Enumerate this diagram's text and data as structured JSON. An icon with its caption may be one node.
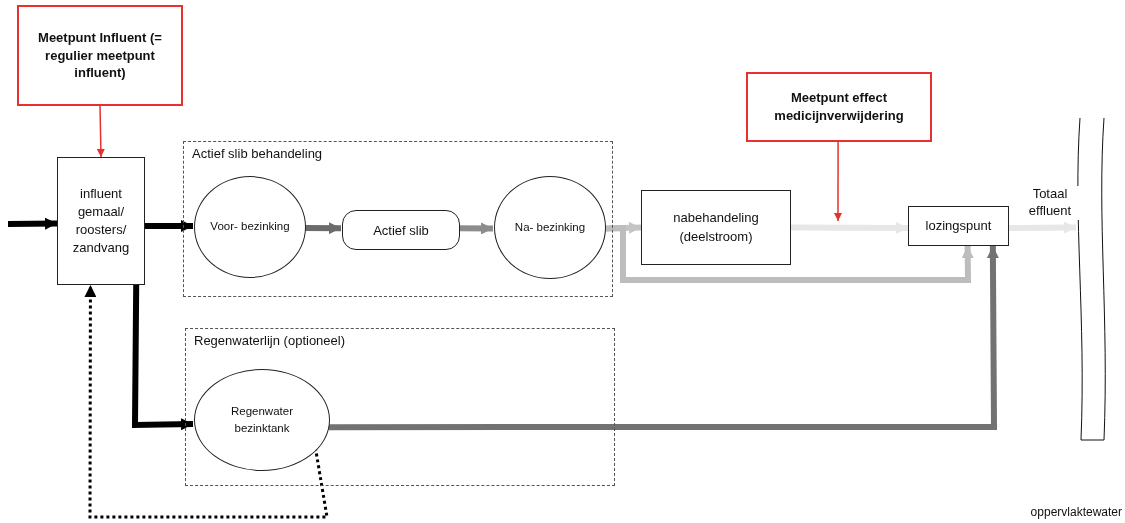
{
  "diagram": {
    "nodes": [
      {
        "text": [
          "Meetpunt Influent (= regulier meetpunt influent)"
        ]
      },
      {
        "text": [
          "Meetpunt effect medicijnverwijdering"
        ]
      },
      {
        "text": [
          "influent gemaal/ roosters/ zandvang"
        ]
      },
      {
        "text": [
          "Actief slib behandeling"
        ]
      },
      {
        "text": [
          "Voor- bezinking"
        ],
        "in": 3
      },
      {
        "text": [
          "Actief slib"
        ],
        "in": 3
      },
      {
        "text": [
          "Na- bezinking"
        ],
        "in": 3
      },
      {
        "text": [
          "nabehandeling (deelstroom)"
        ]
      },
      {
        "text": [
          "lozingspunt"
        ]
      },
      {
        "text": [],
        "shape": "band"
      },
      {
        "text": [
          "Regenwaterlijn (optioneel)"
        ]
      },
      {
        "text": [
          "Regenwater bezinktank"
        ],
        "in": 10
      }
    ],
    "edges": [
      {
        "from": null,
        "to": 2,
        "arrow": "to"
      },
      {
        "from": 0,
        "to": 2,
        "arrow": "to",
        "color": "#e8302f"
      },
      {
        "from": 2,
        "to": 4,
        "arrow": "to"
      },
      {
        "from": 4,
        "to": 5,
        "arrow": "to",
        "color": "#6b6b6b"
      },
      {
        "from": 5,
        "to": 6,
        "arrow": "to",
        "color": "#8c8c8c"
      },
      {
        "from": 6,
        "to": 7,
        "arrow": "to",
        "color": "#c4c4c4"
      },
      {
        "from": 6,
        "to": 8,
        "arrow": "to",
        "color": "#bdbdbd"
      },
      {
        "from": 7,
        "to": 8,
        "arrow": "to",
        "color": "#e6e7e6"
      },
      {
        "from": 1,
        "to": null,
        "arrow": "to",
        "color": "#e8302f"
      },
      {
        "from": 8,
        "to": 9,
        "arrow": "to",
        "color": "#e6e7e6",
        "label": "Totaal effluent"
      },
      {
        "from": 2,
        "to": 11,
        "arrow": "to"
      },
      {
        "from": 11,
        "to": 8,
        "arrow": "to",
        "color": "#707274"
      },
      {
        "from": 11,
        "to": 2,
        "arrow": "to",
        "style": "dashed"
      }
    ],
    "labels": [
      "oppervlaktewater"
    ]
  }
}
